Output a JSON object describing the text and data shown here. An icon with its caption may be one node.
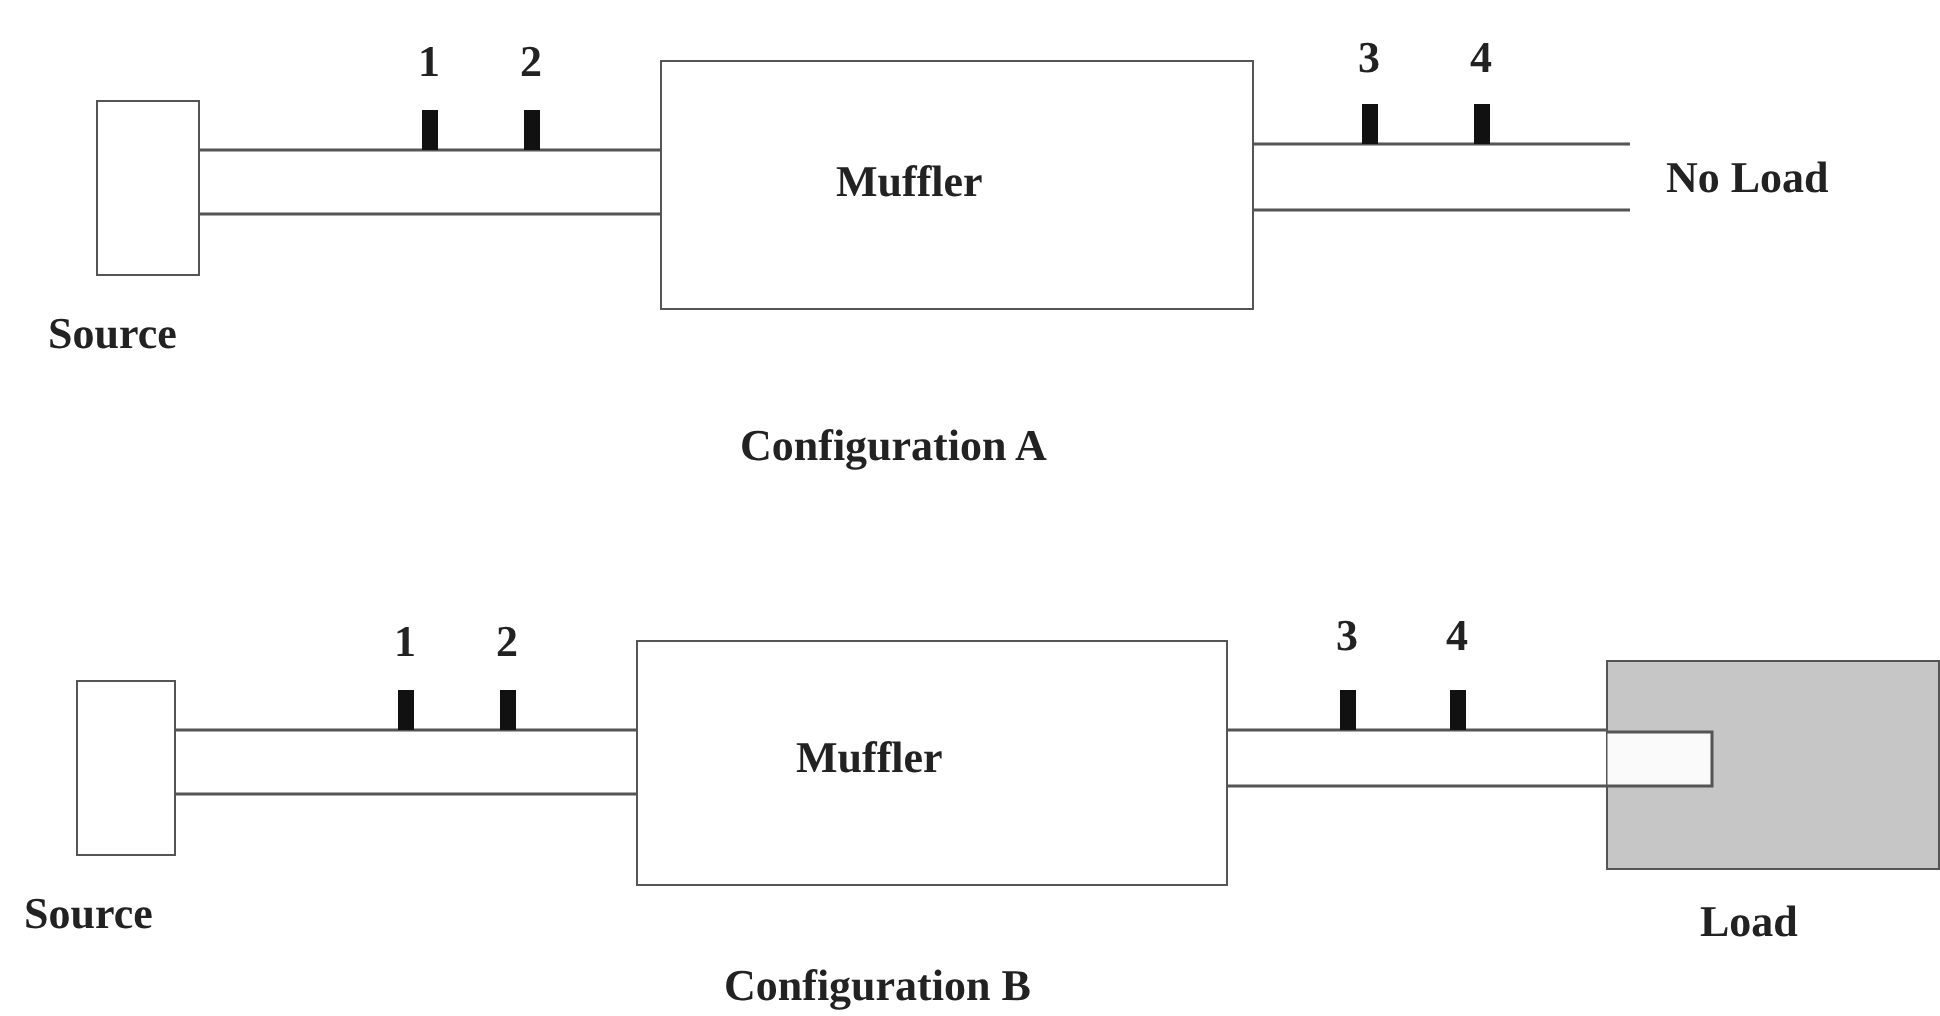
{
  "diagram": {
    "nodes": [
      {
        "text": [
          "Source"
        ]
      },
      {
        "text": [
          "Muffler"
        ]
      },
      {
        "text": [
          "No Load"
        ]
      },
      {
        "text": [
          "Source"
        ]
      },
      {
        "text": [
          "Muffler"
        ]
      },
      {
        "text": [
          "Load"
        ]
      }
    ],
    "edges": [
      {
        "from": 0,
        "to": 1,
        "arrow": "none"
      },
      {
        "from": 1,
        "to": 2,
        "arrow": "none"
      },
      {
        "from": 3,
        "to": 4,
        "arrow": "none"
      },
      {
        "from": 4,
        "to": 5,
        "arrow": "none"
      }
    ],
    "labels": [
      "1",
      "2",
      "3",
      "4",
      "Configuration A",
      "1",
      "2",
      "3",
      "4",
      "Configuration B"
    ]
  }
}
